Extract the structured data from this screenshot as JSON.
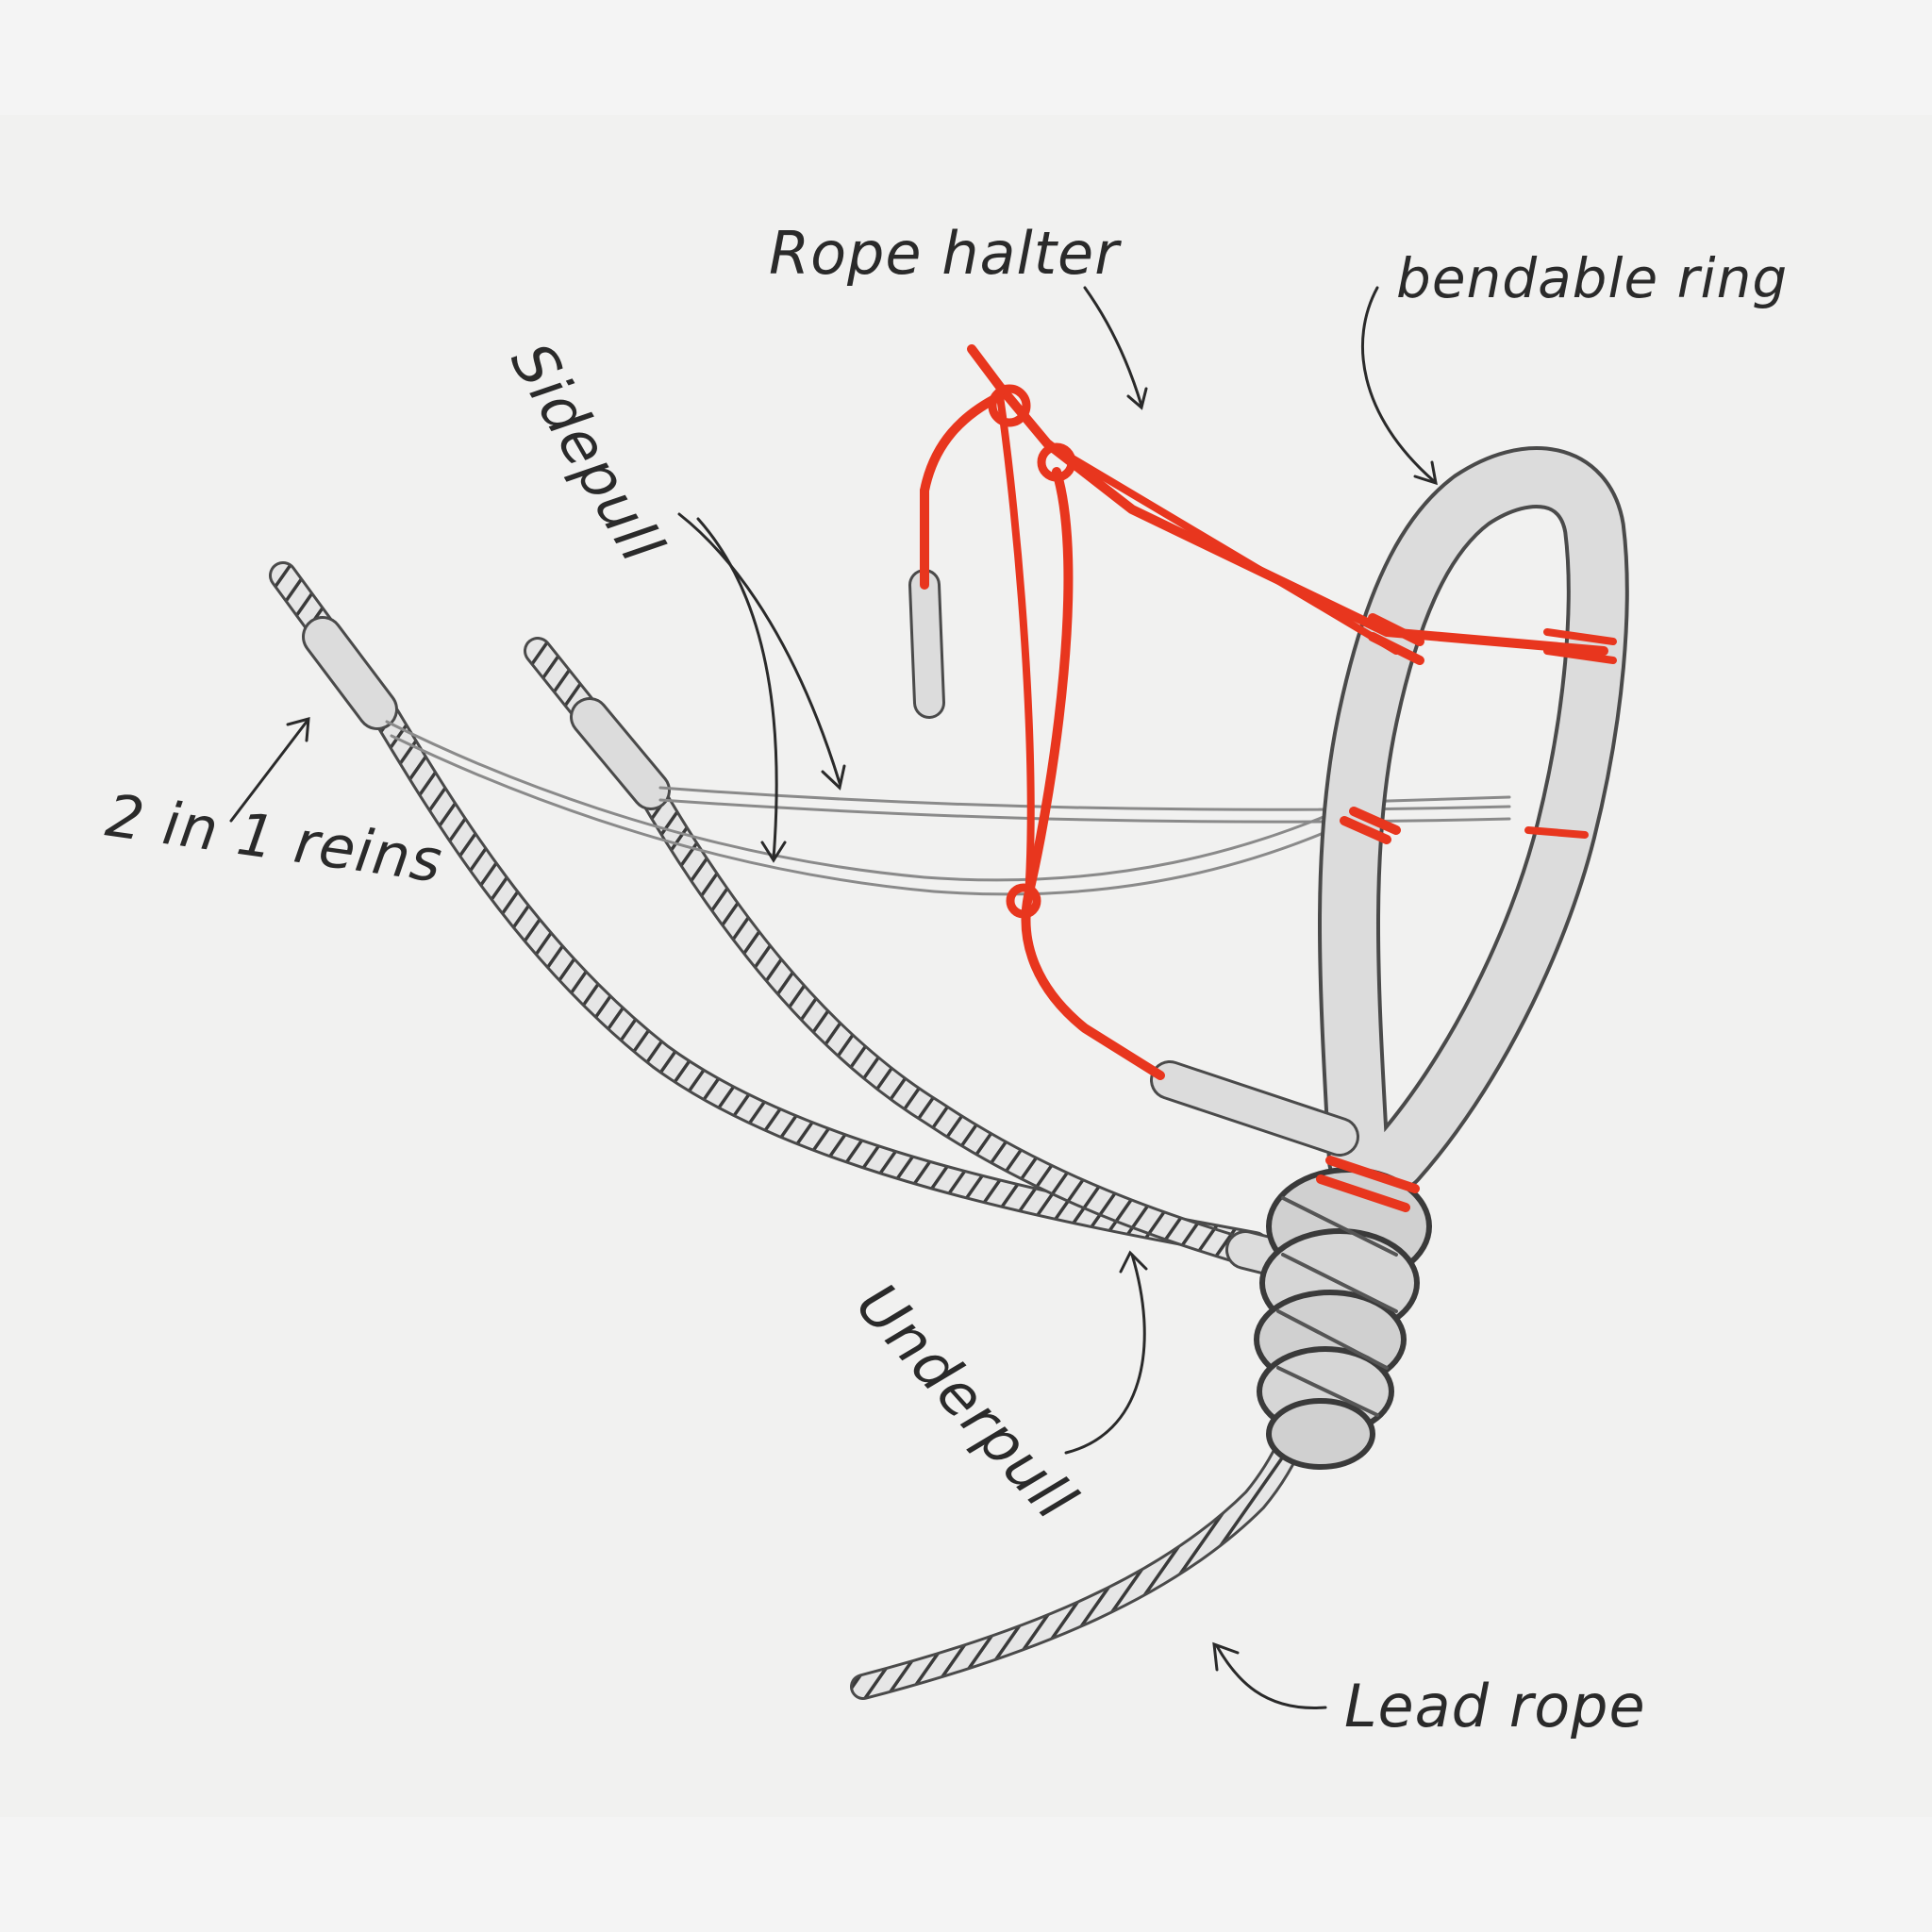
{
  "labels": {
    "rope_halter": "Rope halter",
    "bendable_ring": "bendable ring",
    "sidepull": "Sidepull",
    "two_in_one_reins": "2 in 1 reins",
    "underpull": "Underpull",
    "lead_rope": "Lead rope"
  },
  "colors": {
    "accent": "#e8361e",
    "ink": "#2a2a2a",
    "ring_fill": "#dcdcdc",
    "paper": "#f1f1f0"
  }
}
